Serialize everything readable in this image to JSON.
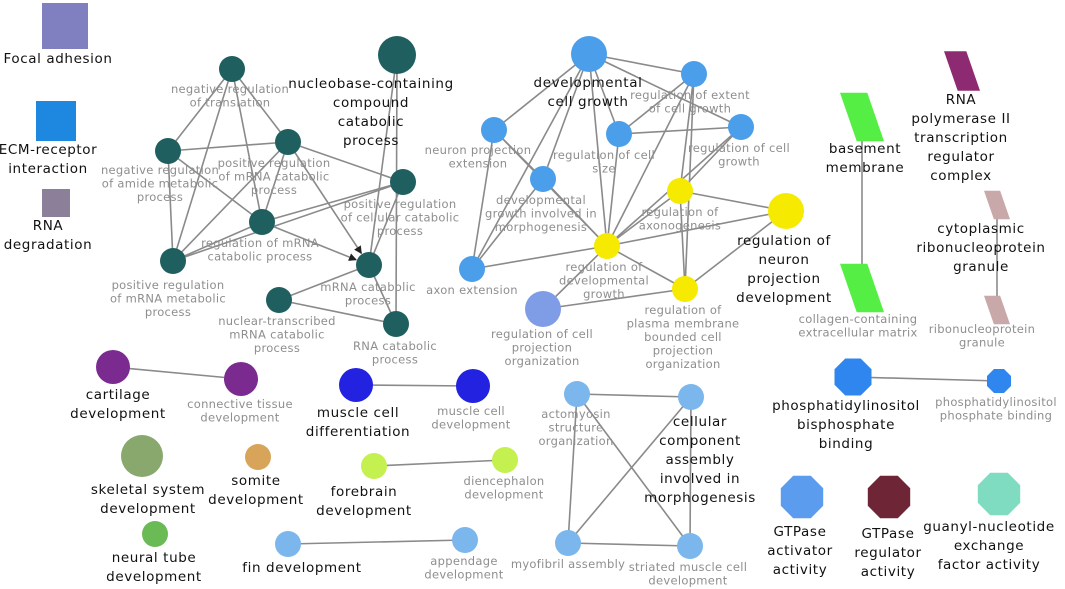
{
  "nodes": [
    {
      "id": "focal-adhesion",
      "shape": "square",
      "color": "#8080c0",
      "label_size": "big",
      "label": [
        "Focal adhesion"
      ]
    },
    {
      "id": "ecm-receptor",
      "shape": "square",
      "color": "#1e88e0",
      "label_size": "big",
      "label": [
        "ECM-receptor",
        "interaction"
      ]
    },
    {
      "id": "rna-degradation",
      "shape": "square",
      "color": "#8c7f9a",
      "label_size": "big",
      "label": [
        "RNA",
        "degradation"
      ]
    },
    {
      "id": "neg-reg-translation",
      "shape": "circle",
      "color": "#1f5f5f",
      "label_size": "small",
      "label": [
        "negative regulation",
        "of translation"
      ]
    },
    {
      "id": "nucleobase-catabolic",
      "shape": "circle",
      "color": "#1f5f5f",
      "label_size": "big",
      "label": [
        "nucleobase-containing",
        "compound",
        "catabolic",
        "process"
      ]
    },
    {
      "id": "neg-reg-amide",
      "shape": "circle",
      "color": "#1f5f5f",
      "label_size": "small",
      "label": [
        "negative regulation",
        "of amide metabolic",
        "process"
      ]
    },
    {
      "id": "pos-reg-mrna-catabolic",
      "shape": "circle",
      "color": "#1f5f5f",
      "label_size": "small",
      "label": [
        "positive regulation",
        "of mRNA catabolic",
        "process"
      ]
    },
    {
      "id": "pos-reg-cellular-catabolic",
      "shape": "circle",
      "color": "#1f5f5f",
      "label_size": "small",
      "label": [
        "positive regulation",
        "of cellular catabolic",
        "process"
      ]
    },
    {
      "id": "reg-mrna-catabolic",
      "shape": "circle",
      "color": "#1f5f5f",
      "label_size": "small",
      "label": [
        "regulation of mRNA",
        "catabolic process"
      ]
    },
    {
      "id": "pos-reg-mrna-metabolic",
      "shape": "circle",
      "color": "#1f5f5f",
      "label_size": "small",
      "label": [
        "positive regulation",
        "of mRNA metabolic",
        "process"
      ]
    },
    {
      "id": "mrna-catabolic",
      "shape": "circle",
      "color": "#1f5f5f",
      "label_size": "small",
      "label": [
        "mRNA catabolic",
        "process"
      ]
    },
    {
      "id": "nuclear-mrna-catabolic",
      "shape": "circle",
      "color": "#1f5f5f",
      "label_size": "small",
      "label": [
        "nuclear-transcribed",
        "mRNA catabolic",
        "process"
      ]
    },
    {
      "id": "rna-catabolic",
      "shape": "circle",
      "color": "#1f5f5f",
      "label_size": "small",
      "label": [
        "RNA catabolic",
        "process"
      ]
    },
    {
      "id": "developmental-cell-growth",
      "shape": "circle",
      "color": "#4a9eea",
      "label_size": "big",
      "label": [
        "developmental",
        "cell growth"
      ]
    },
    {
      "id": "reg-extent-cell-growth",
      "shape": "circle",
      "color": "#4a9eea",
      "label_size": "small",
      "label": [
        "regulation of extent",
        "of cell growth"
      ]
    },
    {
      "id": "neuron-projection-extension",
      "shape": "circle",
      "color": "#4a9eea",
      "label_size": "small",
      "label": [
        "neuron projection",
        "extension"
      ]
    },
    {
      "id": "reg-cell-size",
      "shape": "circle",
      "color": "#4a9eea",
      "label_size": "small",
      "label": [
        "regulation of cell",
        "size"
      ]
    },
    {
      "id": "reg-cell-growth",
      "shape": "circle",
      "color": "#4a9eea",
      "label_size": "small",
      "label": [
        "regulation of cell",
        "growth"
      ]
    },
    {
      "id": "dev-growth-morphogenesis",
      "shape": "circle",
      "color": "#4a9eea",
      "label_size": "small",
      "label": [
        "developmental",
        "growth involved in",
        "morphogenesis"
      ]
    },
    {
      "id": "axon-extension",
      "shape": "circle",
      "color": "#4a9eea",
      "label_size": "small",
      "label": [
        "axon extension"
      ]
    },
    {
      "id": "reg-cell-projection-org",
      "shape": "circle",
      "color": "#7f9ce6",
      "label_size": "small",
      "label": [
        "regulation of cell",
        "projection",
        "organization"
      ]
    },
    {
      "id": "reg-axonogenesis",
      "shape": "circle",
      "color": "#f5ea00",
      "label_size": "small",
      "label": [
        "regulation of",
        "axonogenesis"
      ]
    },
    {
      "id": "reg-neuron-projection-dev",
      "shape": "circle",
      "color": "#f5ea00",
      "label_size": "big",
      "label": [
        "regulation of",
        "neuron",
        "projection",
        "development"
      ]
    },
    {
      "id": "reg-developmental-growth",
      "shape": "circle",
      "color": "#f5ea00",
      "label_size": "small",
      "label": [
        "regulation of",
        "developmental",
        "growth"
      ]
    },
    {
      "id": "reg-plasma-membrane-projection",
      "shape": "circle",
      "color": "#f5ea00",
      "label_size": "small",
      "label": [
        "regulation of",
        "plasma membrane",
        "bounded cell",
        "projection",
        "organization"
      ]
    },
    {
      "id": "basement-membrane",
      "shape": "parallelogram",
      "color": "#55ee44",
      "label_size": "big",
      "label": [
        "basement",
        "membrane"
      ]
    },
    {
      "id": "collagen-ecm",
      "shape": "parallelogram",
      "color": "#55ee44",
      "label_size": "small",
      "label": [
        "collagen-containing",
        "extracellular matrix"
      ]
    },
    {
      "id": "rna-pol-ii-complex",
      "shape": "parallelogram",
      "color": "#8e2a72",
      "label_size": "big",
      "label": [
        "RNA",
        "polymerase II",
        "transcription",
        "regulator",
        "complex"
      ]
    },
    {
      "id": "cytoplasmic-rnp-granule",
      "shape": "parallelogram",
      "color": "#c8a8a8",
      "label_size": "big",
      "label": [
        "cytoplasmic",
        "ribonucleoprotein",
        "granule"
      ]
    },
    {
      "id": "rnp-granule",
      "shape": "parallelogram",
      "color": "#c8a8a8",
      "label_size": "small",
      "label": [
        "ribonucleoprotein",
        "granule"
      ]
    },
    {
      "id": "cartilage-development",
      "shape": "circle",
      "color": "#7b2a90",
      "label_size": "big",
      "label": [
        "cartilage",
        "development"
      ]
    },
    {
      "id": "connective-tissue-development",
      "shape": "circle",
      "color": "#7b2a90",
      "label_size": "small",
      "label": [
        "connective tissue",
        "development"
      ]
    },
    {
      "id": "muscle-cell-differentiation",
      "shape": "circle",
      "color": "#2222e0",
      "label_size": "big",
      "label": [
        "muscle cell",
        "differentiation"
      ]
    },
    {
      "id": "muscle-cell-development",
      "shape": "circle",
      "color": "#2222e0",
      "label_size": "small",
      "label": [
        "muscle cell",
        "development"
      ]
    },
    {
      "id": "skeletal-system-development",
      "shape": "circle",
      "color": "#89a86e",
      "label_size": "big",
      "label": [
        "skeletal system",
        "development"
      ]
    },
    {
      "id": "somite-development",
      "shape": "circle",
      "color": "#d8a45a",
      "label_size": "big",
      "label": [
        "somite",
        "development"
      ]
    },
    {
      "id": "forebrain-development",
      "shape": "circle",
      "color": "#c4f050",
      "label_size": "big",
      "label": [
        "forebrain",
        "development"
      ]
    },
    {
      "id": "diencephalon-development",
      "shape": "circle",
      "color": "#c4f050",
      "label_size": "small",
      "label": [
        "diencephalon",
        "development"
      ]
    },
    {
      "id": "neural-tube-development",
      "shape": "circle",
      "color": "#6aba56",
      "label_size": "big",
      "label": [
        "neural tube",
        "development"
      ]
    },
    {
      "id": "fin-development",
      "shape": "circle",
      "color": "#7bb6ec",
      "label_size": "big",
      "label": [
        "fin development"
      ]
    },
    {
      "id": "appendage-development",
      "shape": "circle",
      "color": "#7bb6ec",
      "label_size": "small",
      "label": [
        "appendage",
        "development"
      ]
    },
    {
      "id": "actomyosin-structure-org",
      "shape": "circle",
      "color": "#7bb6ec",
      "label_size": "small",
      "label": [
        "actomyosin",
        "structure",
        "organization"
      ]
    },
    {
      "id": "cellular-component-assembly-morph",
      "shape": "circle",
      "color": "#7bb6ec",
      "label_size": "big",
      "label": [
        "cellular",
        "component",
        "assembly",
        "involved in",
        "morphogenesis"
      ]
    },
    {
      "id": "myofibril-assembly",
      "shape": "circle",
      "color": "#7bb6ec",
      "label_size": "small",
      "label": [
        "myofibril assembly"
      ]
    },
    {
      "id": "striated-muscle-cell-development",
      "shape": "circle",
      "color": "#7bb6ec",
      "label_size": "small",
      "label": [
        "striated muscle cell",
        "development"
      ]
    },
    {
      "id": "pip2-binding",
      "shape": "octagon",
      "color": "#2f86ee",
      "label_size": "big",
      "label": [
        "phosphatidylinositol",
        "bisphosphate",
        "binding"
      ]
    },
    {
      "id": "pip-binding",
      "shape": "octagon",
      "color": "#2f86ee",
      "label_size": "small",
      "label": [
        "phosphatidylinositol",
        "phosphate binding"
      ]
    },
    {
      "id": "gtpase-activator",
      "shape": "octagon",
      "color": "#5b9cee",
      "label_size": "big",
      "label": [
        "GTPase",
        "activator",
        "activity"
      ]
    },
    {
      "id": "gtpase-regulator",
      "shape": "octagon",
      "color": "#6e2636",
      "label_size": "big",
      "label": [
        "GTPase",
        "regulator",
        "activity"
      ]
    },
    {
      "id": "guanyl-nucleotide-exchange",
      "shape": "octagon",
      "color": "#7fdcc0",
      "label_size": "big",
      "label": [
        "guanyl-nucleotide",
        "exchange",
        "factor activity"
      ]
    }
  ],
  "edges": [
    {
      "from": "neg-reg-translation",
      "to": "neg-reg-amide"
    },
    {
      "from": "neg-reg-translation",
      "to": "pos-reg-mrna-catabolic"
    },
    {
      "from": "neg-reg-translation",
      "to": "reg-mrna-catabolic"
    },
    {
      "from": "neg-reg-translation",
      "to": "pos-reg-mrna-metabolic"
    },
    {
      "from": "neg-reg-amide",
      "to": "pos-reg-mrna-catabolic"
    },
    {
      "from": "neg-reg-amide",
      "to": "reg-mrna-catabolic"
    },
    {
      "from": "neg-reg-amide",
      "to": "pos-reg-mrna-metabolic"
    },
    {
      "from": "pos-reg-mrna-catabolic",
      "to": "reg-mrna-catabolic"
    },
    {
      "from": "pos-reg-mrna-catabolic",
      "to": "pos-reg-mrna-metabolic"
    },
    {
      "from": "pos-reg-mrna-catabolic",
      "to": "pos-reg-cellular-catabolic"
    },
    {
      "from": "pos-reg-mrna-catabolic",
      "to": "mrna-catabolic",
      "arrow": true
    },
    {
      "from": "reg-mrna-catabolic",
      "to": "pos-reg-mrna-metabolic"
    },
    {
      "from": "reg-mrna-catabolic",
      "to": "pos-reg-cellular-catabolic"
    },
    {
      "from": "reg-mrna-catabolic",
      "to": "mrna-catabolic",
      "arrow": true
    },
    {
      "from": "pos-reg-mrna-metabolic",
      "to": "pos-reg-cellular-catabolic"
    },
    {
      "from": "pos-reg-cellular-catabolic",
      "to": "mrna-catabolic"
    },
    {
      "from": "nucleobase-catabolic",
      "to": "mrna-catabolic"
    },
    {
      "from": "nucleobase-catabolic",
      "to": "rna-catabolic"
    },
    {
      "from": "mrna-catabolic",
      "to": "rna-catabolic"
    },
    {
      "from": "nuclear-mrna-catabolic",
      "to": "mrna-catabolic"
    },
    {
      "from": "nuclear-mrna-catabolic",
      "to": "rna-catabolic"
    },
    {
      "from": "developmental-cell-growth",
      "to": "reg-extent-cell-growth"
    },
    {
      "from": "developmental-cell-growth",
      "to": "neuron-projection-extension"
    },
    {
      "from": "developmental-cell-growth",
      "to": "dev-growth-morphogenesis"
    },
    {
      "from": "developmental-cell-growth",
      "to": "axon-extension"
    },
    {
      "from": "developmental-cell-growth",
      "to": "reg-cell-size"
    },
    {
      "from": "developmental-cell-growth",
      "to": "reg-cell-growth"
    },
    {
      "from": "developmental-cell-growth",
      "to": "reg-developmental-growth"
    },
    {
      "from": "reg-extent-cell-growth",
      "to": "reg-cell-size"
    },
    {
      "from": "reg-extent-cell-growth",
      "to": "reg-axonogenesis"
    },
    {
      "from": "reg-extent-cell-growth",
      "to": "reg-developmental-growth"
    },
    {
      "from": "reg-extent-cell-growth",
      "to": "reg-plasma-membrane-projection"
    },
    {
      "from": "reg-cell-size",
      "to": "reg-cell-growth"
    },
    {
      "from": "reg-cell-size",
      "to": "reg-developmental-growth"
    },
    {
      "from": "reg-cell-growth",
      "to": "reg-axonogenesis"
    },
    {
      "from": "reg-cell-growth",
      "to": "reg-developmental-growth"
    },
    {
      "from": "neuron-projection-extension",
      "to": "dev-growth-morphogenesis"
    },
    {
      "from": "neuron-projection-extension",
      "to": "axon-extension"
    },
    {
      "from": "neuron-projection-extension",
      "to": "reg-developmental-growth"
    },
    {
      "from": "dev-growth-morphogenesis",
      "to": "reg-developmental-growth"
    },
    {
      "from": "dev-growth-morphogenesis",
      "to": "axon-extension"
    },
    {
      "from": "axon-extension",
      "to": "reg-developmental-growth"
    },
    {
      "from": "reg-axonogenesis",
      "to": "reg-developmental-growth"
    },
    {
      "from": "reg-axonogenesis",
      "to": "reg-neuron-projection-dev"
    },
    {
      "from": "reg-axonogenesis",
      "to": "reg-plasma-membrane-projection"
    },
    {
      "from": "reg-developmental-growth",
      "to": "reg-neuron-projection-dev"
    },
    {
      "from": "reg-developmental-growth",
      "to": "reg-plasma-membrane-projection"
    },
    {
      "from": "reg-neuron-projection-dev",
      "to": "reg-plasma-membrane-projection"
    },
    {
      "from": "reg-cell-projection-org",
      "to": "reg-plasma-membrane-projection"
    },
    {
      "from": "reg-cell-projection-org",
      "to": "reg-developmental-growth"
    },
    {
      "from": "basement-membrane",
      "to": "collagen-ecm"
    },
    {
      "from": "cytoplasmic-rnp-granule",
      "to": "rnp-granule"
    },
    {
      "from": "cartilage-development",
      "to": "connective-tissue-development"
    },
    {
      "from": "muscle-cell-differentiation",
      "to": "muscle-cell-development"
    },
    {
      "from": "forebrain-development",
      "to": "diencephalon-development"
    },
    {
      "from": "fin-development",
      "to": "appendage-development"
    },
    {
      "from": "actomyosin-structure-org",
      "to": "cellular-component-assembly-morph"
    },
    {
      "from": "actomyosin-structure-org",
      "to": "myofibril-assembly"
    },
    {
      "from": "actomyosin-structure-org",
      "to": "striated-muscle-cell-development"
    },
    {
      "from": "cellular-component-assembly-morph",
      "to": "myofibril-assembly"
    },
    {
      "from": "cellular-component-assembly-morph",
      "to": "striated-muscle-cell-development"
    },
    {
      "from": "myofibril-assembly",
      "to": "striated-muscle-cell-development"
    },
    {
      "from": "pip2-binding",
      "to": "pip-binding"
    }
  ]
}
